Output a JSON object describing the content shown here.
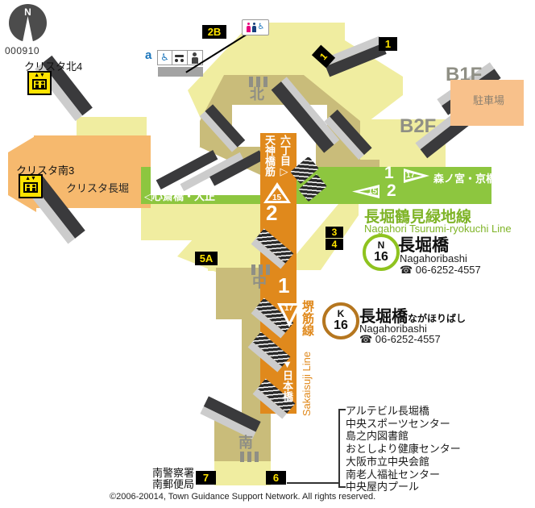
{
  "colors": {
    "concourse": "#f0eda0",
    "paid_area": "#c9bc7a",
    "mall": "#f6b96e",
    "parking": "#f8c18b",
    "green_line": "#8dc63f",
    "green_text": "#7fb427",
    "orange_line": "#e0891c",
    "exit_text": "#ffe300",
    "stair_dark": "#3a3a3c",
    "stair_light": "#cccccc",
    "accent_blue": "#1b75bb"
  },
  "compass": {
    "letter": "N",
    "map_id": "000910"
  },
  "exits": {
    "e1": "1",
    "e1_stair": "1",
    "e2b": "2B",
    "e3": "3",
    "e4": "4",
    "e5a": "5A",
    "e6": "6",
    "e7": "7"
  },
  "floors": {
    "b1f": "B1F",
    "b2f": "B2F",
    "parking_label": "駐車場"
  },
  "malls": {
    "crysta_north": "クリスタ北4",
    "crysta_south": "クリスタ南3",
    "crysta_nagahori": "クリスタ長堀"
  },
  "stair_labels": {
    "north": "北",
    "middle": "中",
    "south": "南"
  },
  "accessibility": {
    "marker": "a"
  },
  "green_line": {
    "name_ja": "長堀鶴見緑地線",
    "name_en": "Nagahori Tsurumi-ryokuchi Line",
    "platform_1": "1",
    "platform_2": "2",
    "marker_17": "17",
    "marker_15": "15",
    "dest_west": "◁心斎橋・大正",
    "dest_east": "森ノ宮・京橋▶",
    "station": {
      "letter": "N",
      "number": "16",
      "name_ja": "長堀橋",
      "name_en": "Nagahoribashi",
      "tel": "☎ 06-6252-4557"
    }
  },
  "sakaisuji_line": {
    "name_ja": "堺筋線",
    "name_en": "Sakaisuji Line",
    "platform_1": "1",
    "platform_2": "2",
    "marker_15": "15",
    "marker_17": "17",
    "dest_north": "天神橋筋六丁目▷",
    "dest_south": "▼日本橋",
    "station": {
      "letter": "K",
      "number": "16",
      "name_ja": "長堀橋",
      "name_kana": "ながほりばし",
      "name_en": "Nagahoribashi",
      "tel": "☎ 06-6252-4557"
    }
  },
  "south_area": {
    "police": "南警察署",
    "post_office": "南郵便局"
  },
  "facilities": [
    "アルテビル長堀橋",
    "中央スポーツセンター",
    "島之内図書館",
    "おとしより健康センター",
    "大阪市立中央会館",
    "南老人福祉センター",
    "中央屋内プール"
  ],
  "copyright": "©2006-20014, Town Guidance Support Network. All rights reserved."
}
